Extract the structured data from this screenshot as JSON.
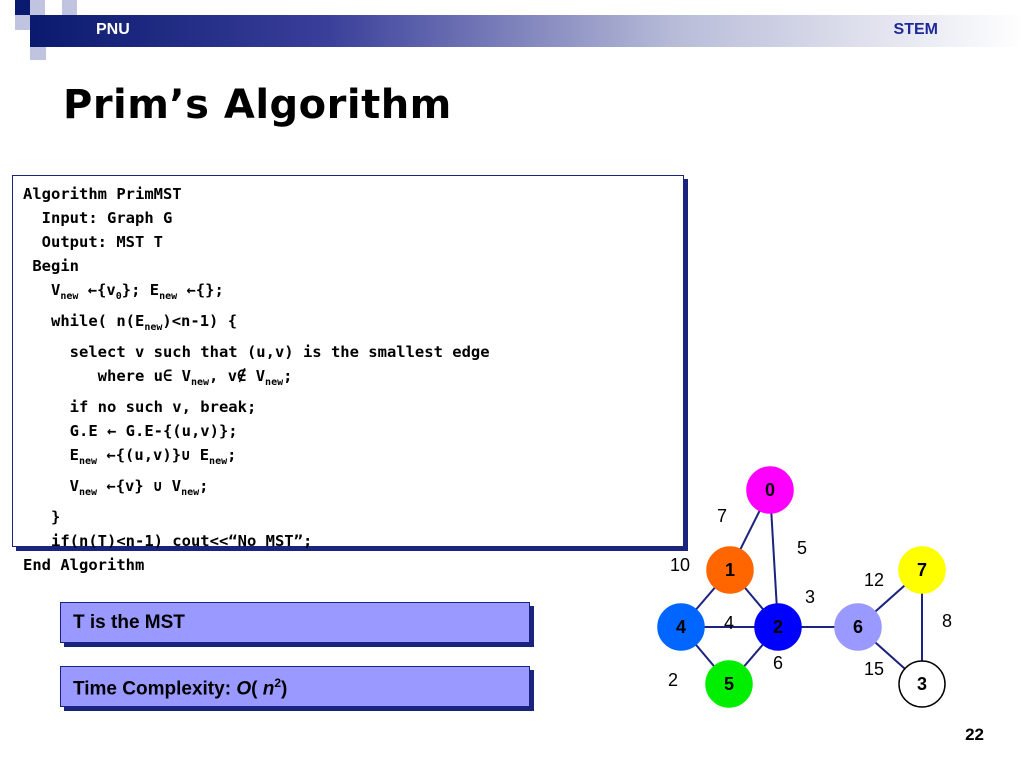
{
  "header": {
    "left": "PNU",
    "right": "STEM"
  },
  "title": "Prim’s Algorithm",
  "algorithm": {
    "l1": "Algorithm PrimMST",
    "l2": "  Input: Graph G",
    "l3": "  Output: MST T",
    "l4": " Begin",
    "l5a": "   V",
    "l5b": "new",
    "l5c": " ←{v",
    "l5d": "0",
    "l5e": "}; E",
    "l5f": "new",
    "l5g": " ←{};",
    "l6a": "   while( n(E",
    "l6b": "new",
    "l6c": ")<n-1) {",
    "l7": "     select v such that (u,v) is the smallest edge",
    "l8a": "        where u∈ V",
    "l8b": "new",
    "l8c": ", v∉ V",
    "l8d": "new",
    "l8e": ";",
    "l9": "     if no such v, break;",
    "l10": "     G.E ← G.E-{(u,v)};",
    "l11a": "     E",
    "l11b": "new",
    "l11c": " ←{(u,v)}∪ E",
    "l11d": "new",
    "l11e": ";",
    "l12a": "     V",
    "l12b": "new",
    "l12c": " ←{v} ∪ V",
    "l12d": "new",
    "l12e": ";",
    "l13": "   }",
    "l14": "   if(n(T)<n-1) cout<<“No MST”;",
    "l15": "End Algorithm"
  },
  "mst_label": "T is the MST",
  "complexity": {
    "prefix": "Time Complexity: ",
    "o": "O",
    "open": "( ",
    "n": "n",
    "exp": "2",
    "close": ")"
  },
  "graph": {
    "nodes": [
      {
        "id": "0",
        "color": "#ff00ff",
        "text_color": "#000000"
      },
      {
        "id": "1",
        "color": "#ff6600",
        "text_color": "#000000"
      },
      {
        "id": "2",
        "color": "#0000ff",
        "text_color": "#000000"
      },
      {
        "id": "3",
        "color": "#ffffff",
        "text_color": "#000000"
      },
      {
        "id": "4",
        "color": "#0066ff",
        "text_color": "#000000"
      },
      {
        "id": "5",
        "color": "#00ee00",
        "text_color": "#000000"
      },
      {
        "id": "6",
        "color": "#9999ff",
        "text_color": "#000000"
      },
      {
        "id": "7",
        "color": "#ffff00",
        "text_color": "#000000"
      }
    ],
    "edges": [
      {
        "from": "0",
        "to": "1",
        "weight": "7"
      },
      {
        "from": "0",
        "to": "2",
        "weight": "5"
      },
      {
        "from": "1",
        "to": "2",
        "weight": "3"
      },
      {
        "from": "1",
        "to": "4",
        "weight": "10"
      },
      {
        "from": "2",
        "to": "4",
        "weight": "4"
      },
      {
        "from": "2",
        "to": "5",
        "weight": "6"
      },
      {
        "from": "4",
        "to": "5",
        "weight": "2"
      },
      {
        "from": "2",
        "to": "6",
        "weight": ""
      },
      {
        "from": "6",
        "to": "7",
        "weight": "12"
      },
      {
        "from": "7",
        "to": "3",
        "weight": "8"
      },
      {
        "from": "6",
        "to": "3",
        "weight": "15"
      }
    ],
    "edge_color": "#1a237e"
  },
  "page_number": "22"
}
